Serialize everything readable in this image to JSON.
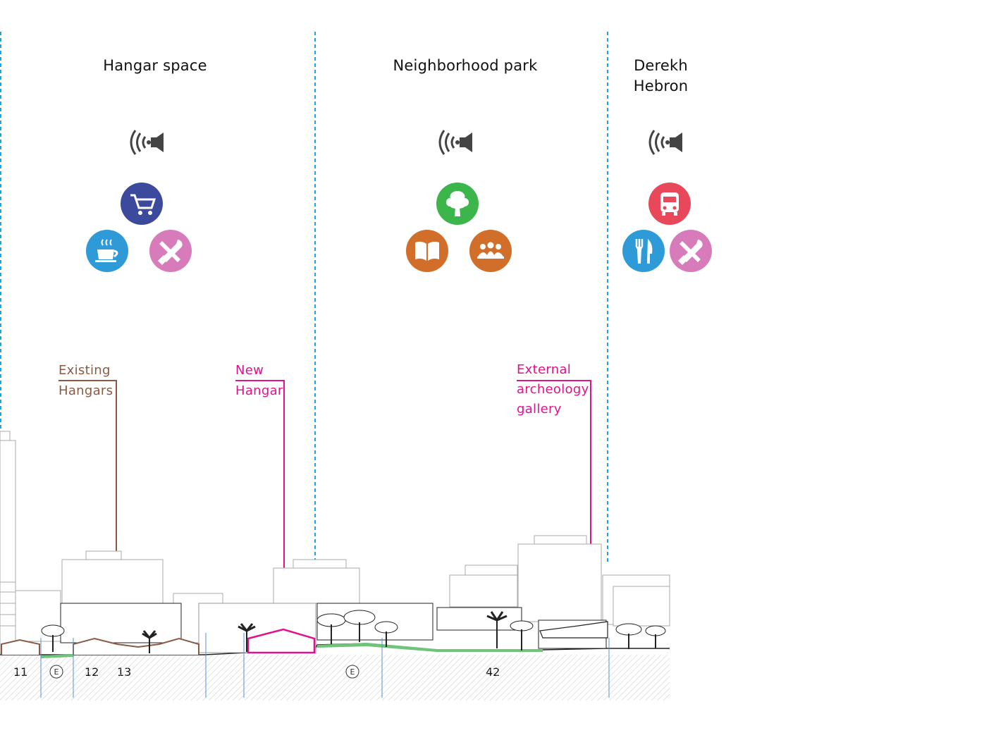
{
  "zones": [
    {
      "title_line1": "Hangar space",
      "title_line2": ""
    },
    {
      "title_line1": "Neighborhood park",
      "title_line2": ""
    },
    {
      "title_line1": "Derekh",
      "title_line2": "Hebron"
    }
  ],
  "icons": {
    "zone1": [
      "sound-icon",
      "shopping-cart-icon",
      "coffee-cup-icon",
      "tools-icon"
    ],
    "zone2": [
      "sound-icon",
      "tree-icon",
      "open-book-icon",
      "community-group-icon"
    ],
    "zone3": [
      "sound-icon",
      "bus-icon",
      "fork-knife-icon",
      "tools-icon"
    ]
  },
  "callouts": {
    "existing_hangars": {
      "line1": "Existing",
      "line2": "Hangars",
      "color": "#8a5a44"
    },
    "new_hangar": {
      "line1": "New",
      "line2": "Hangar",
      "color": "#e0138c"
    },
    "archeology": {
      "line1": "External",
      "line2": "archeology",
      "line3": "gallery",
      "color": "#e0138c"
    }
  },
  "section_labels": {
    "n11": "11",
    "n12": "12",
    "n13": "13",
    "n42": "42",
    "e1": "E",
    "e2": "E"
  },
  "colors": {
    "divider": "#1ea3e0",
    "shopping": "#3b4a9c",
    "coffee": "#2e9ad8",
    "tools": "#d77bbb",
    "tree": "#3cb54a",
    "book": "#d16f2a",
    "group": "#d16f2a",
    "bus": "#e8485a",
    "restaurant": "#2e9ad8",
    "ground_green": "#6fc37a"
  }
}
